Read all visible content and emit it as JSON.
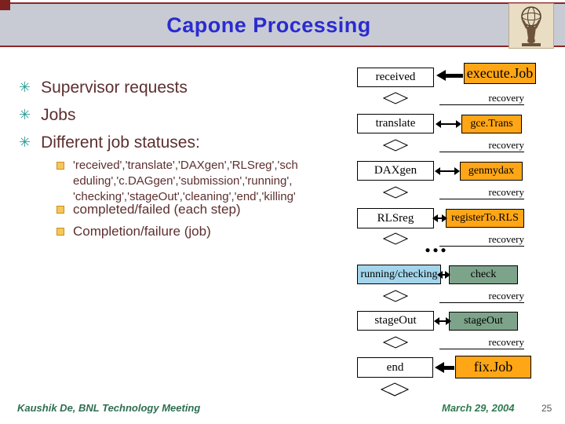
{
  "header": {
    "title": "Capone Processing"
  },
  "icons": {
    "star_bullet": "✳"
  },
  "bullets": {
    "level1": [
      "Supervisor requests",
      "Jobs",
      "Different job statuses:"
    ],
    "status_lines": [
      "'received','translate','DAXgen','RLSreg','sch",
      "eduling','c.DAGgen','submission','running',",
      "'checking','stageOut','cleaning','end','killing'"
    ],
    "sub2": "completed/failed (each step)",
    "sub3": "Completion/failure (job)"
  },
  "flowchart": {
    "states": [
      "received",
      "translate",
      "DAXgen",
      "RLSreg",
      "running/checking",
      "stageOut",
      "end"
    ],
    "actions": [
      "execute.Job",
      "gce.Trans",
      "genmydax",
      "registerTo.RLS",
      "check",
      "stageOut",
      "fix.Job"
    ],
    "recovery_label": "recovery",
    "ellipsis": "..."
  },
  "footer": {
    "credit": "Kaushik De, BNL Technology Meeting",
    "date": "March 29, 2004",
    "page": "25"
  },
  "colors": {
    "title_blue": "#2b2bd0",
    "band_gray": "#c8cbd4",
    "maroon_line": "#8f2626",
    "bullet_text": "#5d2f2f",
    "bullet_star_teal": "#2f9d97",
    "bullet_square_gold": "#e0a437",
    "orange_box": "#ffa617",
    "green_box": "#7da48a",
    "blue_box": "#a3d5eb",
    "footer_green": "#2f6e52"
  }
}
